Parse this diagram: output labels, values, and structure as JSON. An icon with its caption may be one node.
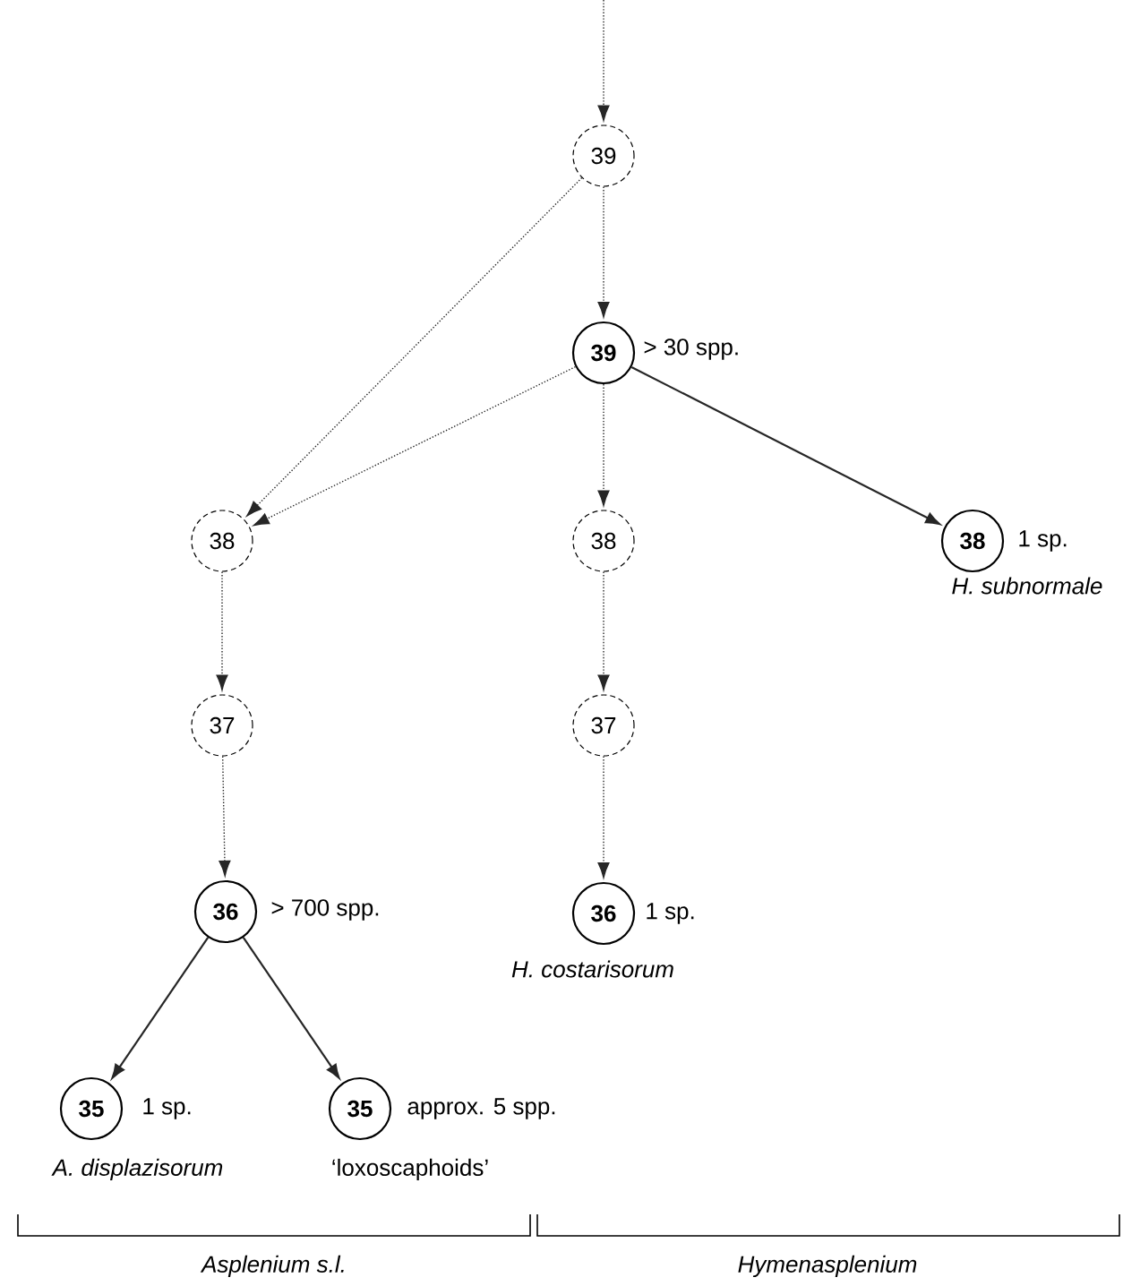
{
  "diagram": {
    "nodes": [
      {
        "text": [
          "39"
        ]
      },
      {
        "text": [
          "39"
        ],
        "beside": [
          "> 30 spp."
        ]
      },
      {
        "text": [
          "38"
        ]
      },
      {
        "text": [
          "38"
        ]
      },
      {
        "text": [
          "38"
        ],
        "beside": [
          "1 sp.",
          "H. subnormale"
        ]
      },
      {
        "text": [
          "37"
        ]
      },
      {
        "text": [
          "37"
        ]
      },
      {
        "text": [
          "36"
        ],
        "beside": [
          "> 700 spp."
        ]
      },
      {
        "text": [
          "36"
        ],
        "beside": [
          "1 sp.",
          "H. costarisorum"
        ]
      },
      {
        "text": [
          "35"
        ],
        "beside": [
          "1 sp.",
          "A. displazisorum"
        ]
      },
      {
        "text": [
          "35"
        ],
        "beside": [
          "approx. 5 spp.",
          "‘loxoscaphoids’"
        ]
      }
    ],
    "edges": [
      {
        "from": null,
        "to": 0,
        "arrow": "to",
        "style": "dashed"
      },
      {
        "from": 0,
        "to": 1,
        "arrow": "to",
        "style": "dashed"
      },
      {
        "from": 0,
        "to": 2,
        "arrow": "to",
        "style": "dashed"
      },
      {
        "from": 1,
        "to": 2,
        "arrow": "to",
        "style": "dashed"
      },
      {
        "from": 1,
        "to": 3,
        "arrow": "to",
        "style": "dashed"
      },
      {
        "from": 1,
        "to": 4,
        "arrow": "to"
      },
      {
        "from": 2,
        "to": 5,
        "arrow": "to",
        "style": "dashed"
      },
      {
        "from": 3,
        "to": 6,
        "arrow": "to",
        "style": "dashed"
      },
      {
        "from": 5,
        "to": 7,
        "arrow": "to",
        "style": "dashed"
      },
      {
        "from": 6,
        "to": 8,
        "arrow": "to",
        "style": "dashed"
      },
      {
        "from": 7,
        "to": 9,
        "arrow": "to"
      },
      {
        "from": 7,
        "to": 10,
        "arrow": "to"
      }
    ],
    "labels": [
      "Asplenium s.l.",
      "Hymenasplenium"
    ]
  }
}
